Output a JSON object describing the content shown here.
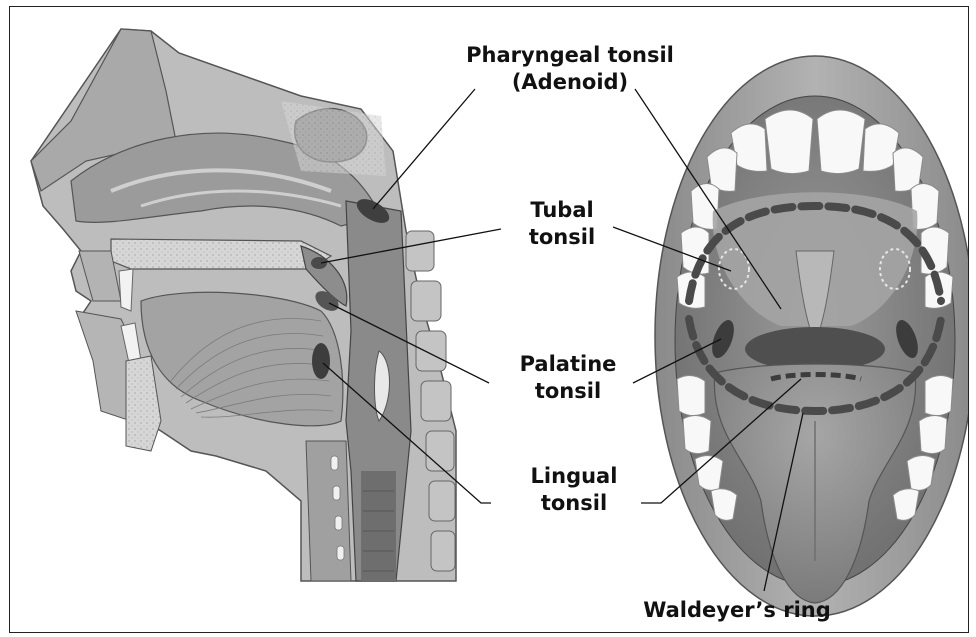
{
  "labels": {
    "pharyngeal_line1": "Pharyngeal tonsil",
    "pharyngeal_line2": "(Adenoid)",
    "tubal_line1": "Tubal",
    "tubal_line2": "tonsil",
    "palatine_line1": "Palatine",
    "palatine_line2": "tonsil",
    "lingual_line1": "Lingual",
    "lingual_line2": "tonsil",
    "waldeyer": "Waldeyer’s ring"
  },
  "views": {
    "left": "sagittal-section-head",
    "right": "open-mouth-front-view"
  },
  "colors": {
    "tissue": "#b9b9b9",
    "tissue_dark": "#8f8f8f",
    "bone": "#d9d9d9",
    "tonsil": "#555555",
    "teeth": "#f7f7f7",
    "line": "#111111"
  }
}
